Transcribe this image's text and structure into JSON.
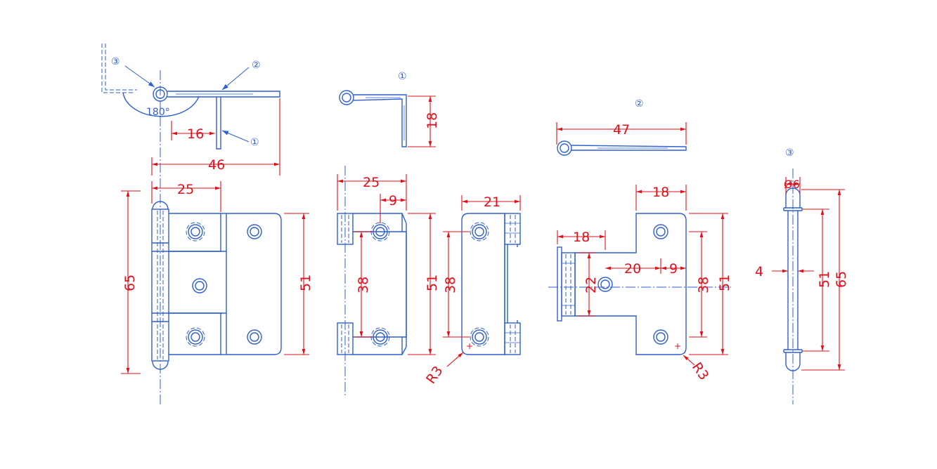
{
  "callouts": {
    "part1": "①",
    "part2": "②",
    "part3": "③"
  },
  "angle_label": "180°",
  "dims": {
    "top_16": "16",
    "top_46": "46",
    "front_25": "25",
    "front_65": "65",
    "front_51": "51",
    "p1_18": "18",
    "side_25": "25",
    "side_9": "9",
    "side_38": "38",
    "side_51": "51",
    "leaf_21": "21",
    "leaf_38": "38",
    "leaf_r3": "R3",
    "p2_47": "47",
    "p2_18_top": "18",
    "p2_18_left": "18",
    "p2_20": "20",
    "p2_9": "9",
    "p2_22": "22",
    "p2_38": "38",
    "p2_51": "51",
    "p2_r3": "R3",
    "pin_6": "Ø6",
    "pin_4": "4",
    "pin_51": "51",
    "pin_65": "65"
  },
  "colors": {
    "geometry": "#2f5fd0",
    "dimension": "#e0101c"
  }
}
